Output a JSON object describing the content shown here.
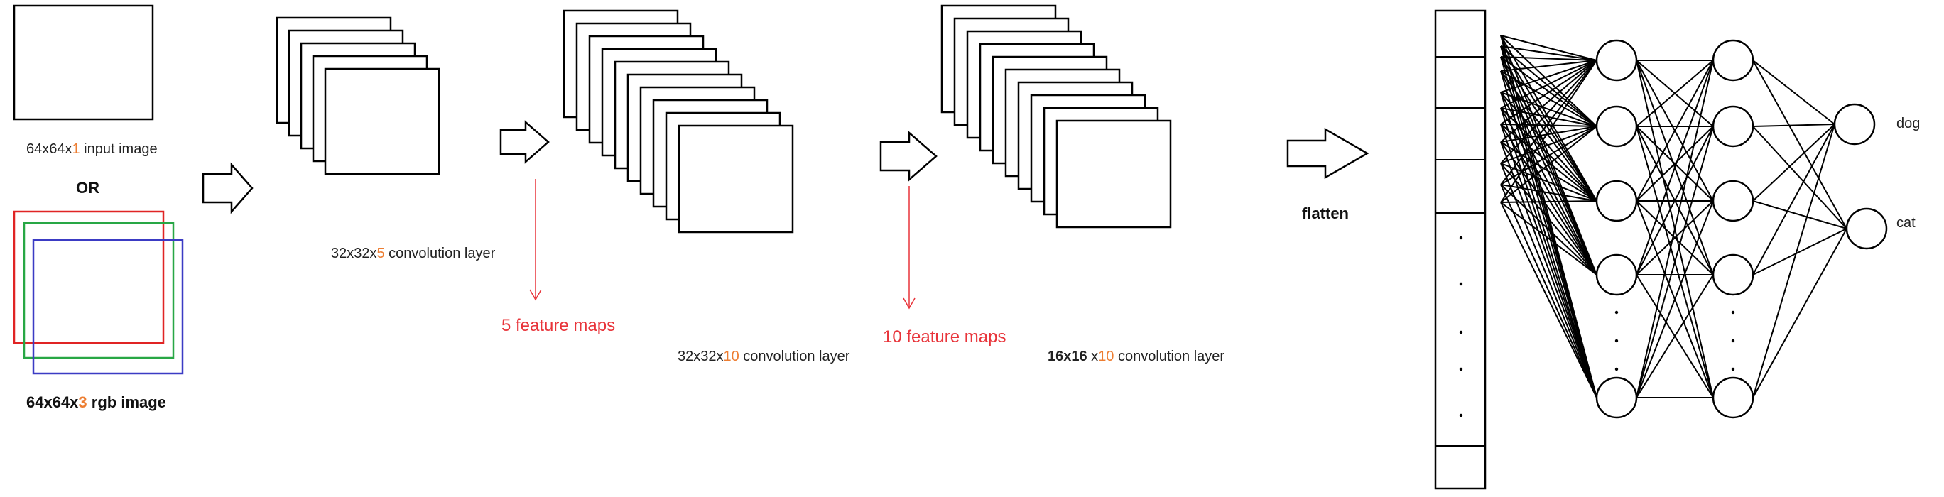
{
  "colors": {
    "line": "#000000",
    "accent_orange": "#ed7d31",
    "feature_red": "#e8343a",
    "rgb_red": "#e02424",
    "rgb_green": "#28a745",
    "rgb_blue": "#3b3bc4"
  },
  "input_gray": {
    "prefix": "64x64x",
    "channels": "1",
    "suffix": " input image"
  },
  "or_label": "OR",
  "input_rgb": {
    "prefix": "64x64x",
    "channels": "3",
    "suffix": " rgb image"
  },
  "conv1": {
    "prefix": "32x32x",
    "depth": "5",
    "suffix": " convolution layer"
  },
  "feature_maps_1": "5 feature maps",
  "conv2": {
    "prefix": "32x32x",
    "depth": "10",
    "suffix": " convolution layer"
  },
  "feature_maps_2": "10 feature maps",
  "conv3": {
    "prefix_bold": "16x16",
    "prefix": " x",
    "depth": "10",
    "suffix": " convolution layer"
  },
  "flatten_label": "flatten",
  "outputs": {
    "top": "dog",
    "bottom": "cat"
  }
}
